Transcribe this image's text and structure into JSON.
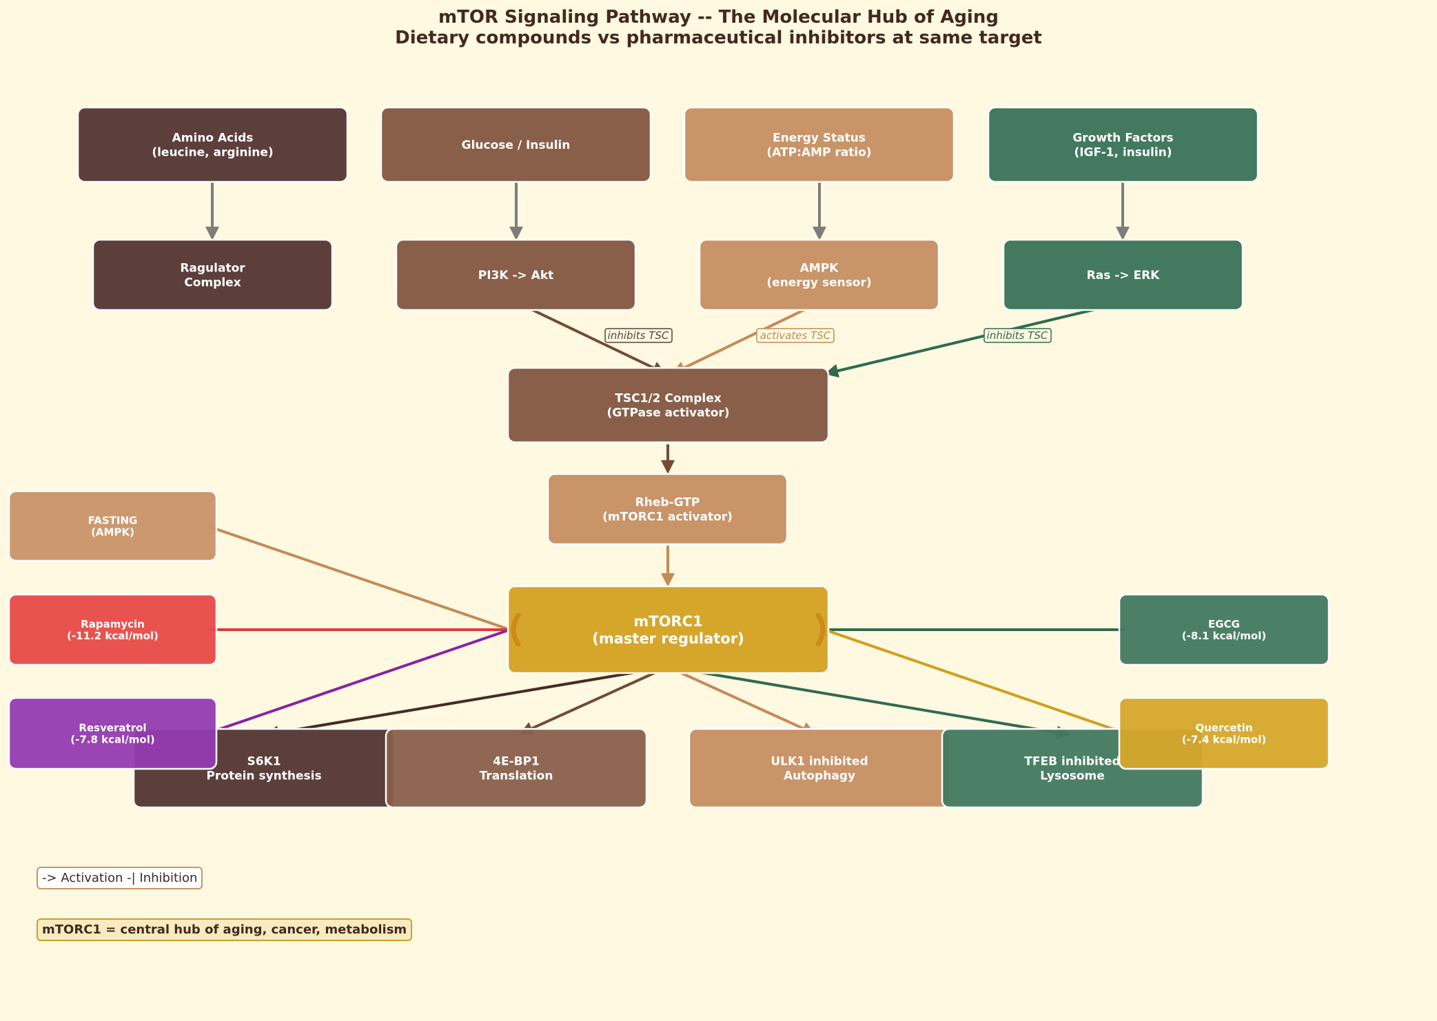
{
  "title": {
    "line1": "mTOR Signaling Pathway -- The Molecular Hub of Aging",
    "line2": "Dietary compounds vs pharmaceutical inhibitors at same target"
  },
  "colors": {
    "background": "#fef9e0",
    "dark_brown": "#5c3f3b",
    "medium_brown": "#895f4a",
    "tan": "#c99468",
    "green": "#42795f",
    "gold": "#d6a62b",
    "red": "#e84a47",
    "purple": "#943bb0",
    "arrow_gray": "#7d7d7d"
  },
  "nodes": {
    "amino_acids": [
      "Amino Acids",
      "(leucine, arginine)"
    ],
    "glucose": [
      "Glucose / Insulin"
    ],
    "energy": [
      "Energy Status",
      "(ATP:AMP ratio)"
    ],
    "growth": [
      "Growth Factors",
      "(IGF-1, insulin)"
    ],
    "ragulator": [
      "Ragulator",
      "Complex"
    ],
    "pi3k": [
      "PI3K -> Akt"
    ],
    "ampk": [
      "AMPK",
      "(energy sensor)"
    ],
    "ras": [
      "Ras -> ERK"
    ],
    "tsc": [
      "TSC1/2 Complex",
      "(GTPase activator)"
    ],
    "rheb": [
      "Rheb-GTP",
      "(mTORC1 activator)"
    ],
    "mtorc1": [
      "mTORC1",
      "(master regulator)"
    ],
    "fasting": [
      "FASTING",
      "(AMPK)"
    ],
    "rapamycin": [
      "Rapamycin",
      "(-11.2 kcal/mol)"
    ],
    "resveratrol": [
      "Resveratrol",
      "(-7.8 kcal/mol)"
    ],
    "egcg": [
      "EGCG",
      "(-8.1 kcal/mol)"
    ],
    "quercetin": [
      "Quercetin",
      "(-7.4 kcal/mol)"
    ],
    "s6k1": [
      "S6K1",
      "Protein synthesis"
    ],
    "ebp1": [
      "4E-BP1",
      "Translation"
    ],
    "ulk1": [
      "ULK1 inhibited",
      "Autophagy"
    ],
    "tfeb": [
      "TFEB inhibited",
      "Lysosome"
    ]
  },
  "edge_labels": {
    "pi3k_tsc": "inhibits TSC",
    "ampk_tsc": "activates TSC",
    "ras_tsc": "inhibits TSC"
  },
  "legend": {
    "arrows": "-> Activation    -| Inhibition",
    "note": "mTORC1 = central hub of aging, cancer, metabolism"
  }
}
